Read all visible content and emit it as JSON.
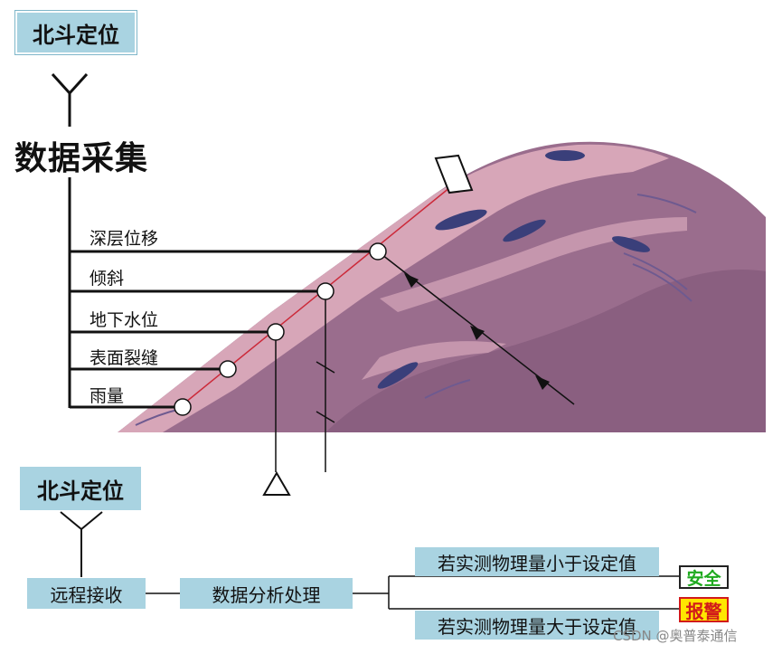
{
  "top_block": {
    "beidou_label": "北斗定位",
    "collect_title": "数据采集",
    "sensors": [
      "深层位移",
      "倾斜",
      "地下水位",
      "表面裂缝",
      "雨量"
    ]
  },
  "bottom_block": {
    "beidou_label": "北斗定位",
    "remote_receive": "远程接收",
    "analysis": "数据分析处理",
    "condition_less": "若实测物理量小于设定值",
    "condition_greater": "若实测物理量大于设定值",
    "result_safe": "安全",
    "result_alarm": "报警"
  },
  "watermark": "CSDN @奥普泰通信",
  "colors": {
    "box_fill": "#a9d3e1",
    "slope_fill": "#9a6d8d",
    "slope_light": "#d7a6b8",
    "slope_dark_spot": "#3a3f7a",
    "safe_text": "#1faa1f",
    "alarm_fill": "#ffe600",
    "alarm_text": "#d21a1a",
    "red_line": "#cc2a3a"
  }
}
